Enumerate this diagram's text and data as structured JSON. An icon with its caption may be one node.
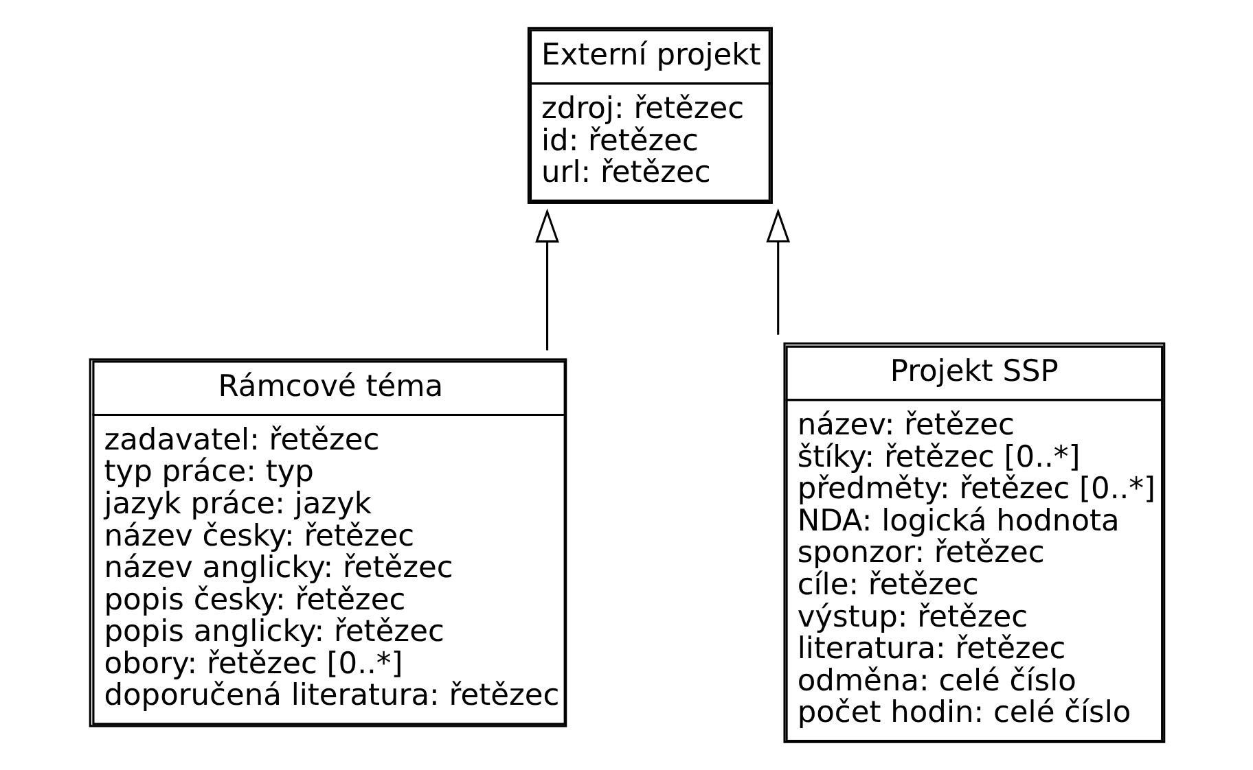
{
  "diagram": {
    "nodes": [
      {
        "text": [
          "Externí projekt",
          "zdroj: řetězec",
          "id: řetězec",
          "url: řetězec"
        ]
      },
      {
        "text": [
          "Rámcové téma",
          "zadavatel: řetězec",
          "typ práce: typ",
          "jazyk práce: jazyk",
          "název česky: řetězec",
          "název anglicky: řetězec",
          "popis česky: řetězec",
          "popis anglicky: řetězec",
          "obory: řetězec [0..*]",
          "doporučená literatura: řetězec"
        ]
      },
      {
        "text": [
          "Projekt SSP",
          "název: řetězec",
          "štíky: řetězec [0..*]",
          "předměty: řetězec [0..*]",
          "NDA: logická hodnota",
          "sponzor: řetězec",
          "cíle: řetězec",
          "výstup: řetězec",
          "literatura: řetězec",
          "odměna: celé číslo",
          "počet hodin: celé číslo"
        ]
      }
    ],
    "edges": [
      {
        "from": 1,
        "to": 0,
        "arrow": "to"
      },
      {
        "from": 2,
        "to": 0,
        "arrow": "to"
      }
    ]
  }
}
